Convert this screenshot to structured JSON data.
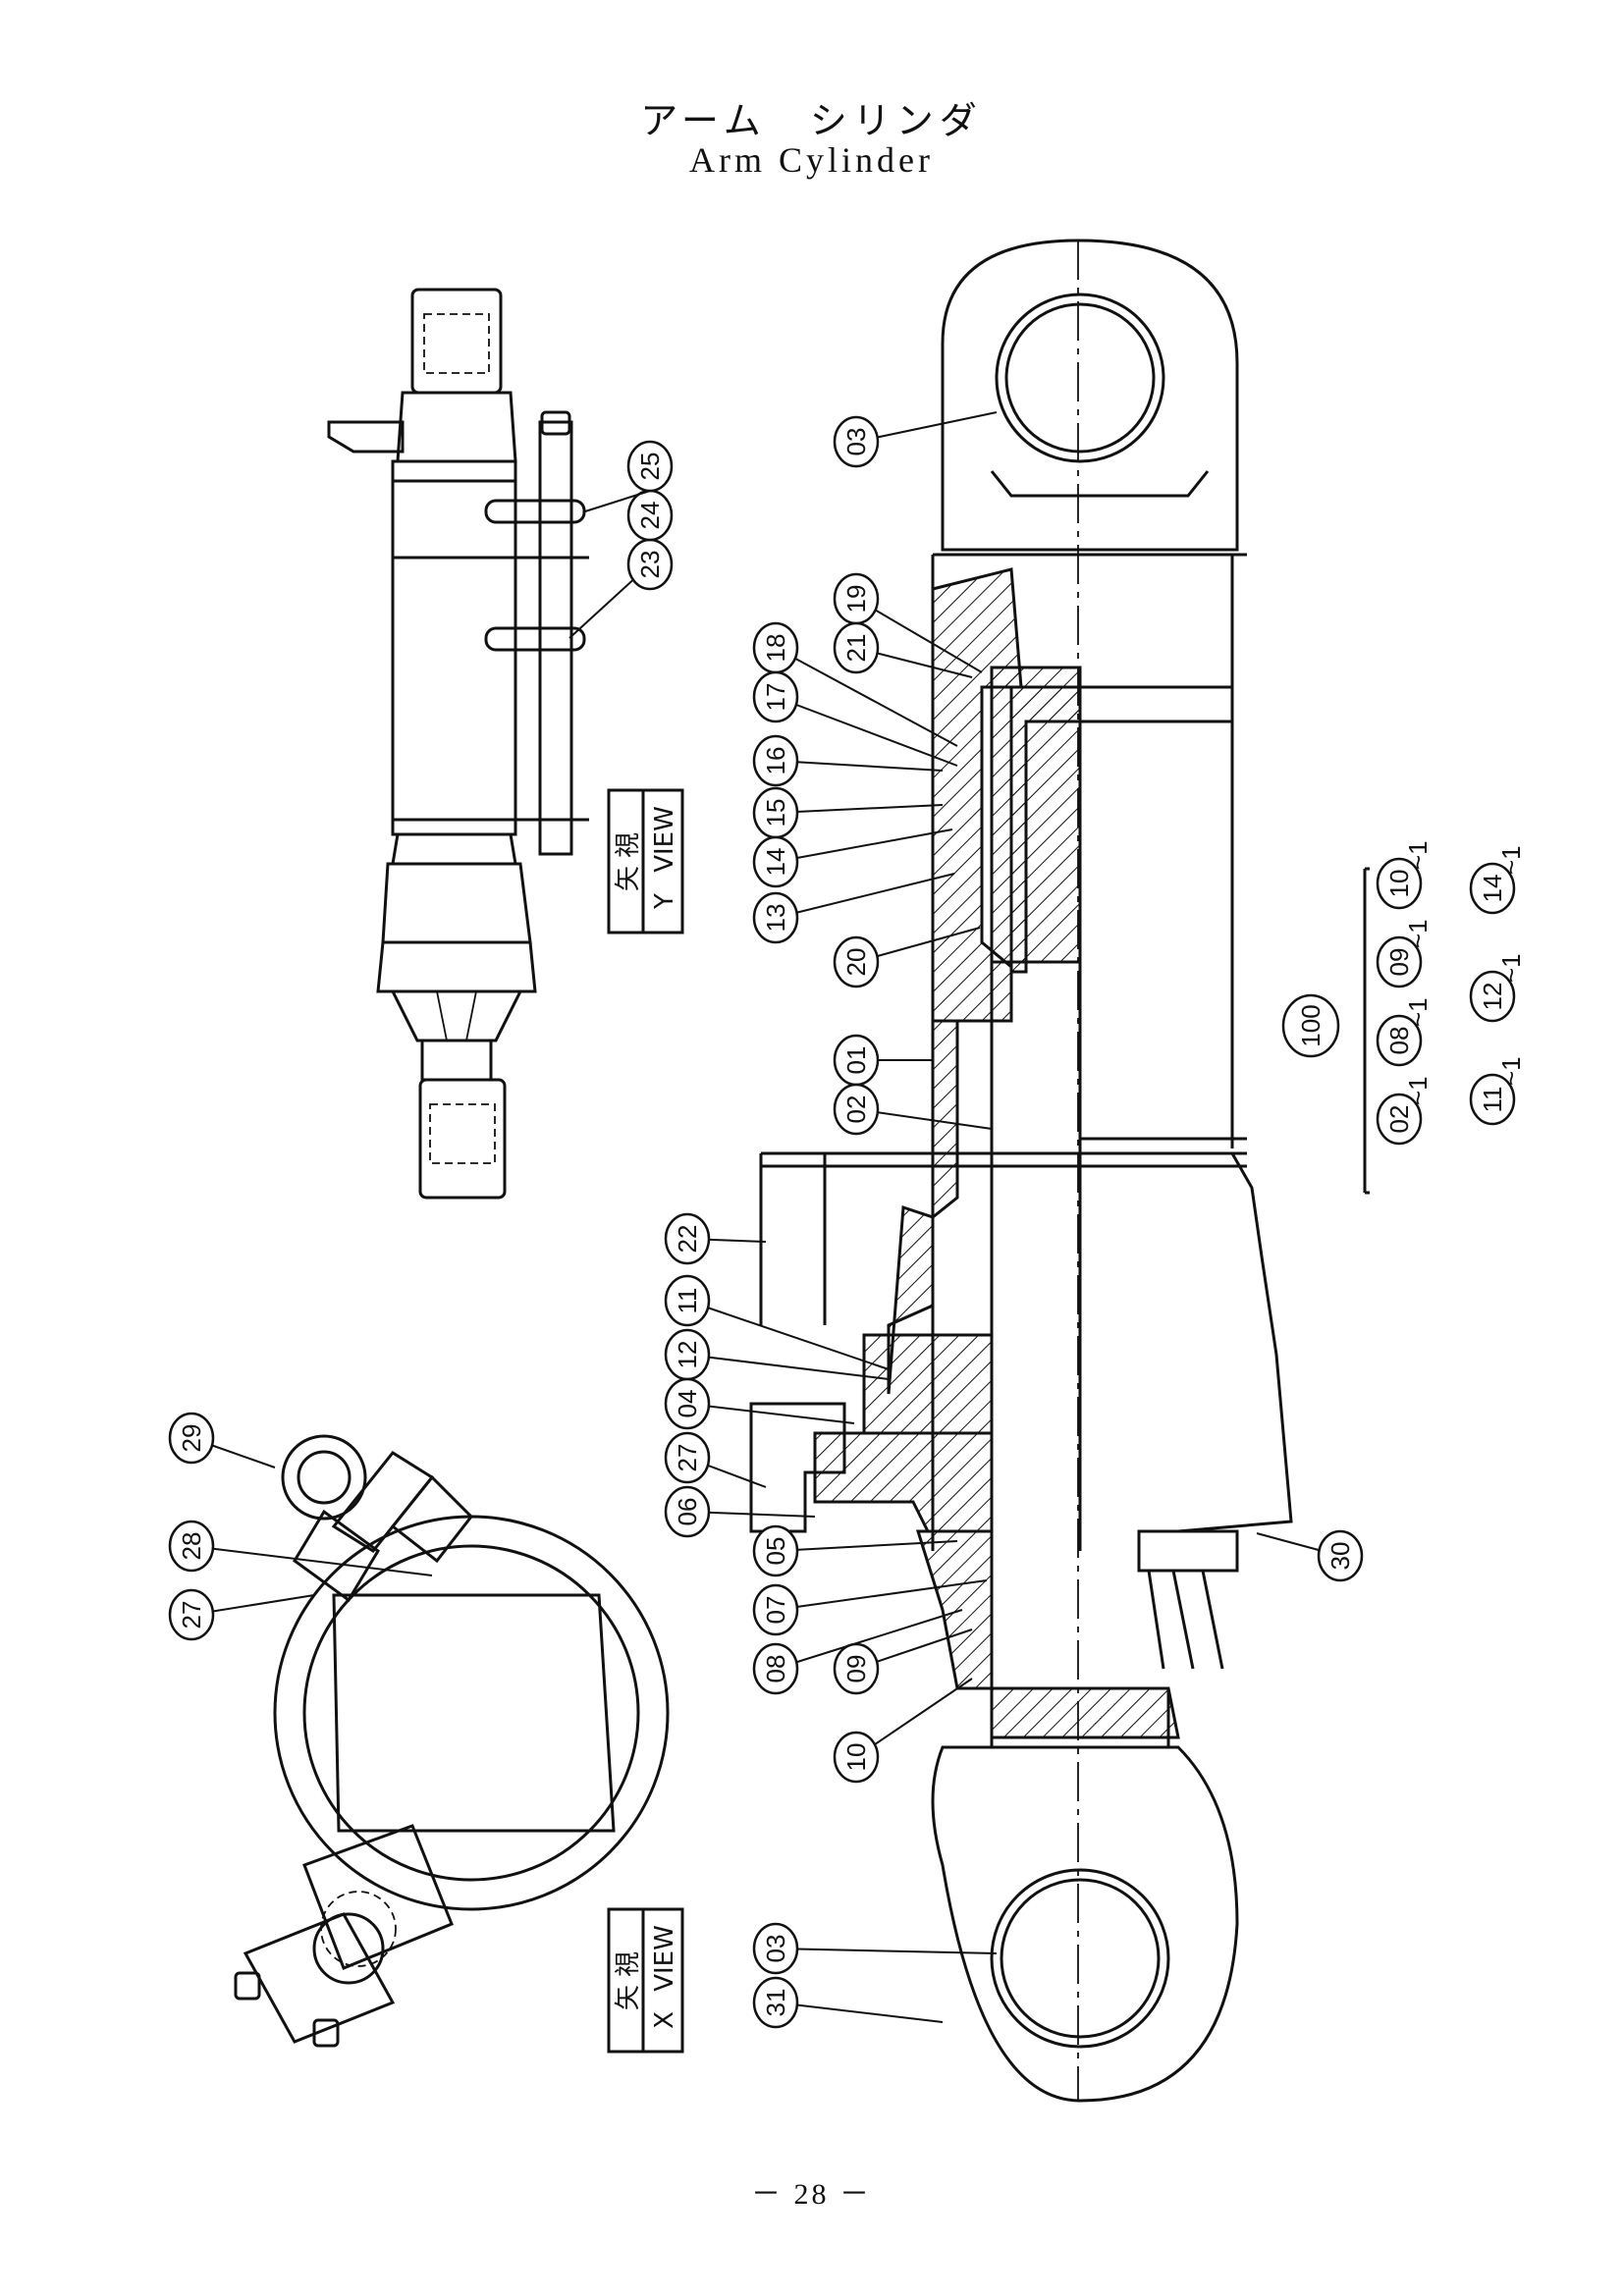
{
  "title_jp": "アーム　シリンダ",
  "title_en": "Arm Cylinder",
  "page_number": "－ 28 －",
  "views": {
    "view_y": {
      "jp": "矢 視",
      "en": "VIEW",
      "letter": "Y"
    },
    "view_x": {
      "jp": "矢 視",
      "en": "VIEW",
      "letter": "X"
    }
  },
  "callouts_view_y": [
    "23",
    "24",
    "25"
  ],
  "callouts_main": [
    "03",
    "19",
    "21",
    "18",
    "17",
    "16",
    "15",
    "14",
    "13",
    "20",
    "01",
    "02",
    "22",
    "11",
    "12",
    "04",
    "27",
    "06",
    "05",
    "07",
    "08",
    "09",
    "10",
    "30",
    "03",
    "31"
  ],
  "callouts_view_x": [
    "29",
    "28",
    "27"
  ],
  "assembly": {
    "number": "100",
    "row1": [
      "02",
      "08",
      "09",
      "10"
    ],
    "row2": [
      "11",
      "12",
      "14"
    ],
    "suffix": "~1"
  }
}
